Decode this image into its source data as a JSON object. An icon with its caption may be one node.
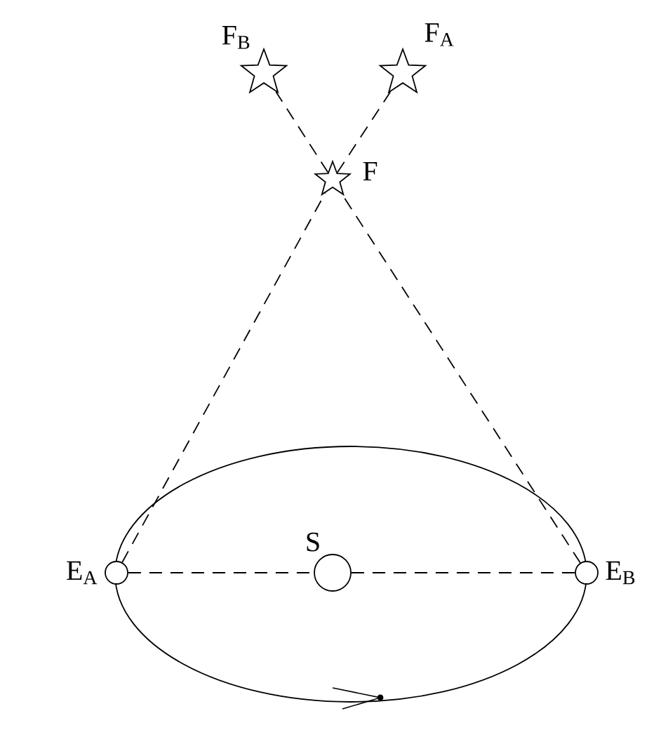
{
  "diagram": {
    "nodes": [
      {
        "text": [
          "F$_{B}$"
        ]
      },
      {
        "text": [
          "F$_{A}$"
        ]
      },
      {
        "text": [
          "F"
        ]
      },
      {
        "text": [
          "E$_{A}$"
        ]
      },
      {
        "text": [
          "S"
        ]
      },
      {
        "text": [
          "E$_{B}$"
        ]
      }
    ],
    "edges": [
      {
        "from": 3,
        "to": 2,
        "arrow": "none",
        "style": "dashed"
      },
      {
        "from": 2,
        "to": 1,
        "arrow": "none",
        "style": "dashed"
      },
      {
        "from": 5,
        "to": 2,
        "arrow": "none",
        "style": "dashed"
      },
      {
        "from": 2,
        "to": 0,
        "arrow": "none",
        "style": "dashed"
      },
      {
        "from": 3,
        "to": 4,
        "arrow": "none",
        "style": "dashed"
      },
      {
        "from": 4,
        "to": 5,
        "arrow": "none",
        "style": "dashed"
      }
    ]
  }
}
